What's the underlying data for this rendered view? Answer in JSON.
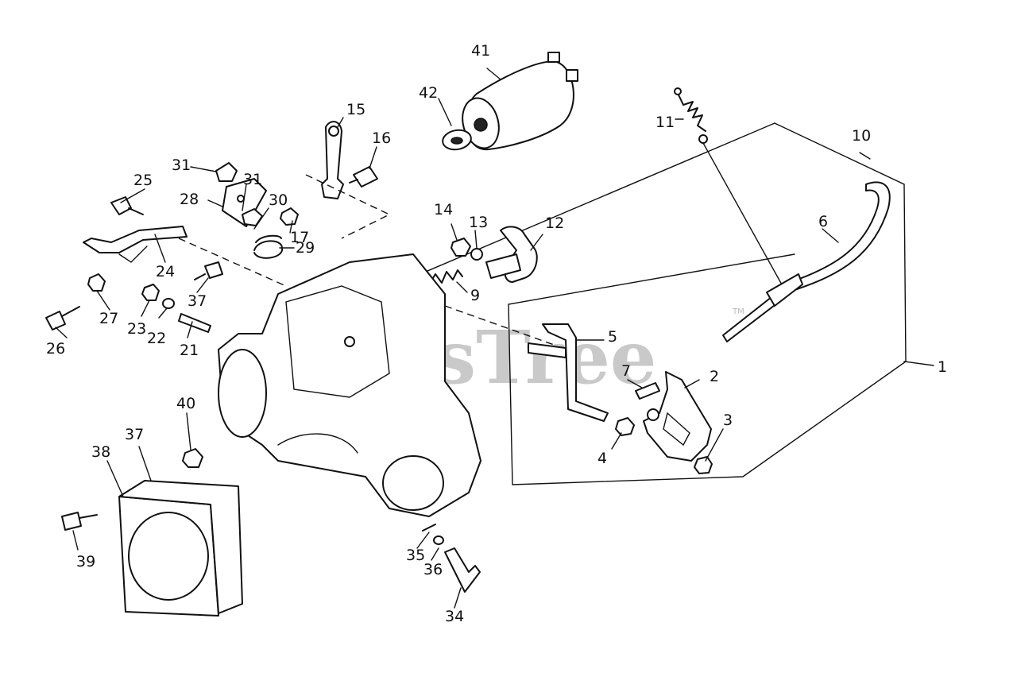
{
  "watermark": {
    "text": "PartsTree",
    "mark": "TM"
  },
  "callouts": [
    {
      "id": "c1",
      "label": "1"
    },
    {
      "id": "c2",
      "label": "2"
    },
    {
      "id": "c3",
      "label": "3"
    },
    {
      "id": "c4",
      "label": "4"
    },
    {
      "id": "c5",
      "label": "5"
    },
    {
      "id": "c6",
      "label": "6"
    },
    {
      "id": "c7",
      "label": "7"
    },
    {
      "id": "c9",
      "label": "9"
    },
    {
      "id": "c10",
      "label": "10"
    },
    {
      "id": "c11",
      "label": "11"
    },
    {
      "id": "c12",
      "label": "12"
    },
    {
      "id": "c13",
      "label": "13"
    },
    {
      "id": "c14",
      "label": "14"
    },
    {
      "id": "c15",
      "label": "15"
    },
    {
      "id": "c16",
      "label": "16"
    },
    {
      "id": "c17",
      "label": "17"
    },
    {
      "id": "c21",
      "label": "21"
    },
    {
      "id": "c22",
      "label": "22"
    },
    {
      "id": "c23",
      "label": "23"
    },
    {
      "id": "c24",
      "label": "24"
    },
    {
      "id": "c25",
      "label": "25"
    },
    {
      "id": "c26",
      "label": "26"
    },
    {
      "id": "c27",
      "label": "27"
    },
    {
      "id": "c28",
      "label": "28"
    },
    {
      "id": "c29",
      "label": "29"
    },
    {
      "id": "c30",
      "label": "30"
    },
    {
      "id": "c31a",
      "label": "31"
    },
    {
      "id": "c31b",
      "label": "31"
    },
    {
      "id": "c34",
      "label": "34"
    },
    {
      "id": "c35",
      "label": "35"
    },
    {
      "id": "c36",
      "label": "36"
    },
    {
      "id": "c37a",
      "label": "37"
    },
    {
      "id": "c37b",
      "label": "37"
    },
    {
      "id": "c38",
      "label": "38"
    },
    {
      "id": "c39",
      "label": "39"
    },
    {
      "id": "c40",
      "label": "40"
    },
    {
      "id": "c41",
      "label": "41"
    },
    {
      "id": "c42",
      "label": "42"
    }
  ]
}
